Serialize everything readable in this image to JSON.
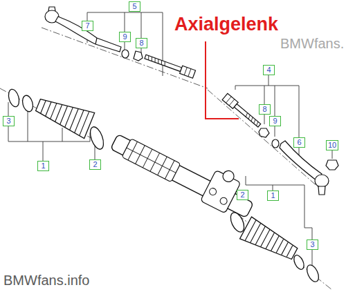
{
  "diagram": {
    "labels": [
      "5",
      "7",
      "9",
      "8",
      "Axialgelenk",
      "BMWfans.",
      "4",
      "8",
      "9",
      "6",
      "10",
      "3",
      "1",
      "2",
      "2",
      "1",
      "3",
      "BMWfans.info"
    ]
  }
}
